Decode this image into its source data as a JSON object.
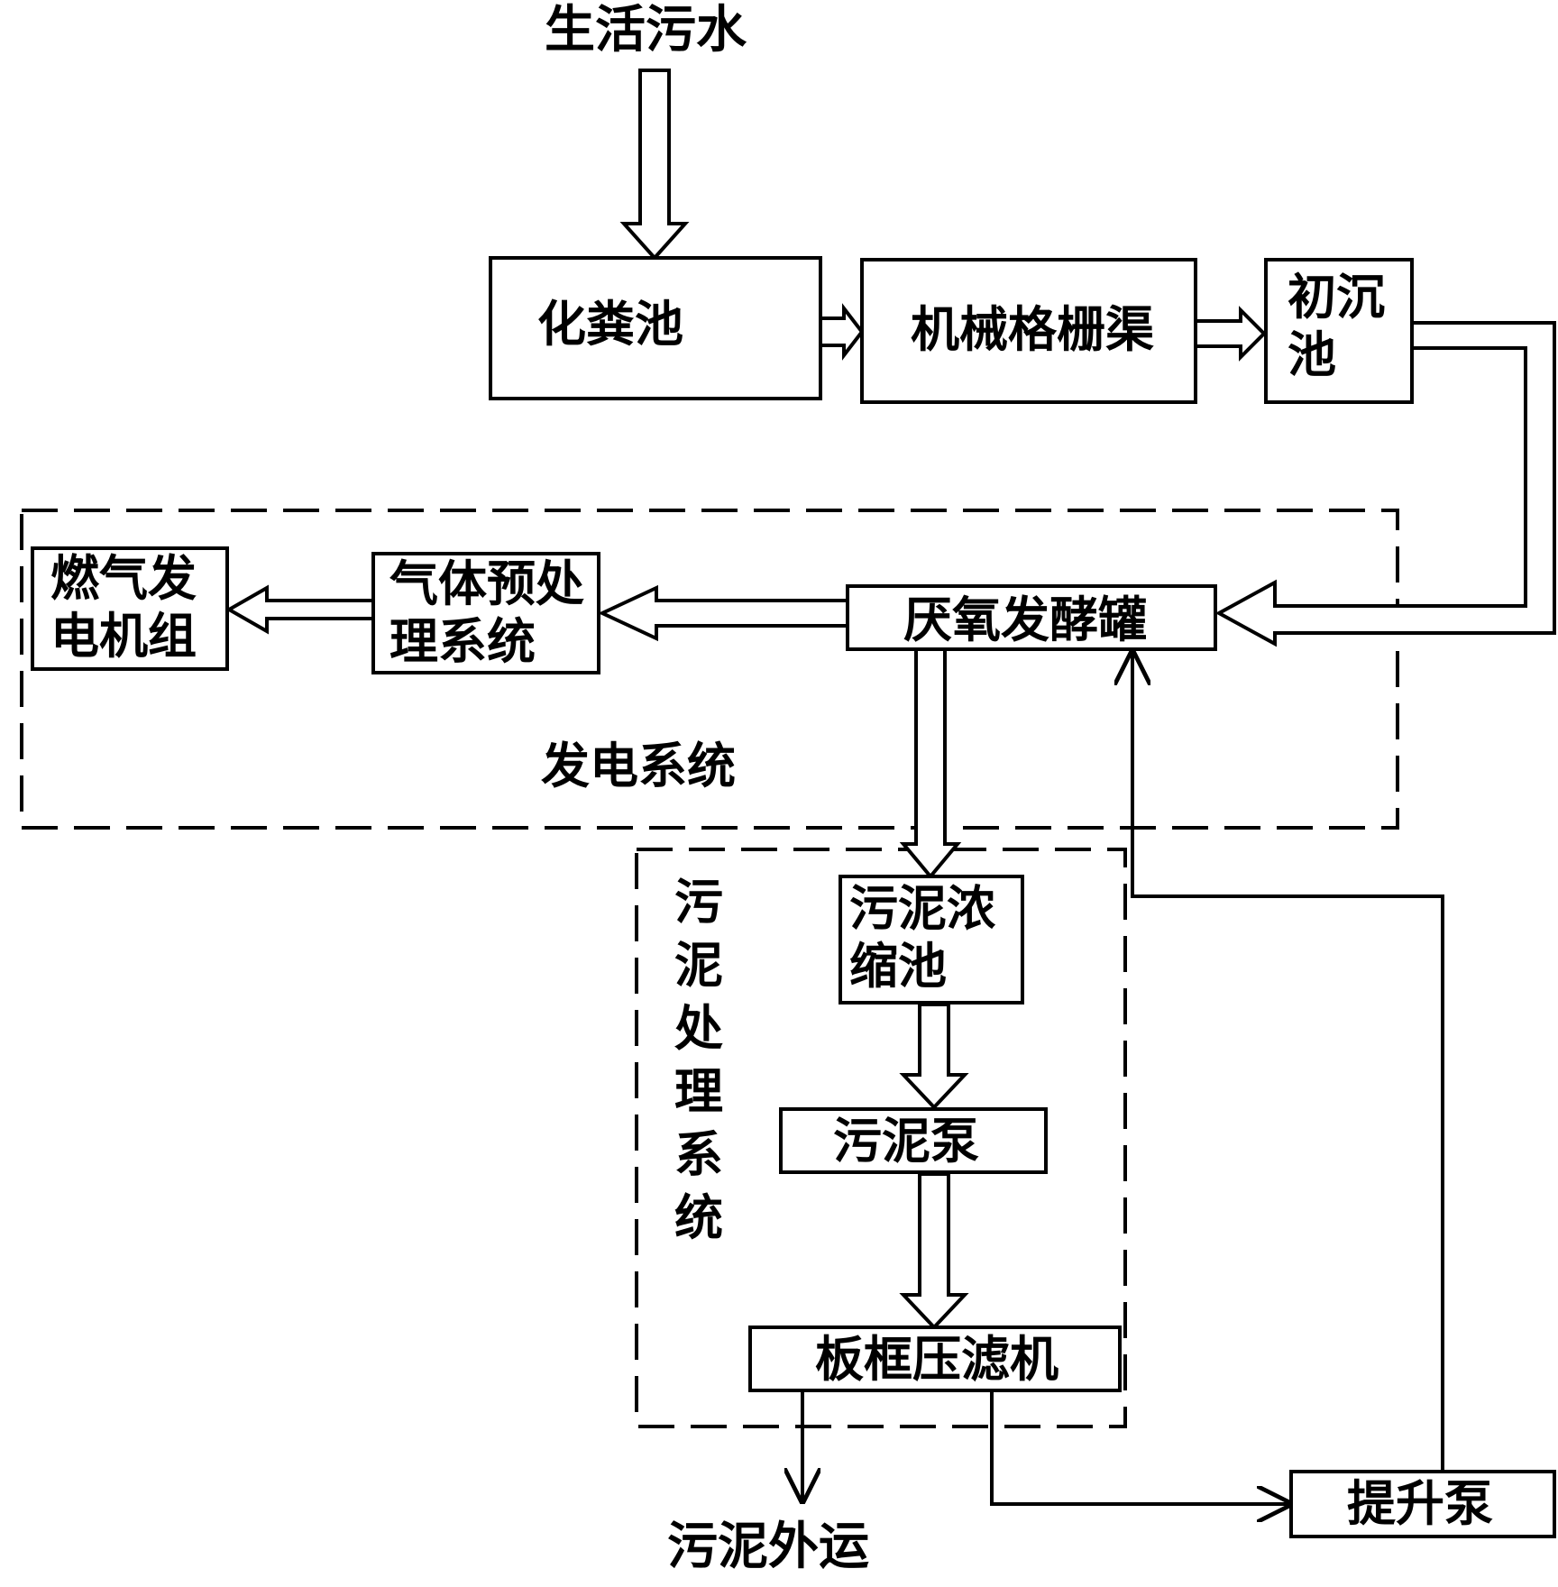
{
  "diagram": {
    "input_label": "生活污水",
    "nodes": {
      "septic_tank": "化粪池",
      "screen_channel": "机械格栅渠",
      "primary_settling": "初沉池",
      "anaerobic_tank": "厌氧发酵罐",
      "gas_pretreatment": "气体预处理系统",
      "generator_set": "燃气发电机组",
      "sludge_thickener": "污泥浓缩池",
      "sludge_pump": "污泥泵",
      "filter_press": "板框压滤机",
      "lift_pump": "提升泵"
    },
    "groups": {
      "power_system": "发电系统",
      "sludge_system": "污泥处理系统"
    },
    "output_label": "污泥外运"
  }
}
